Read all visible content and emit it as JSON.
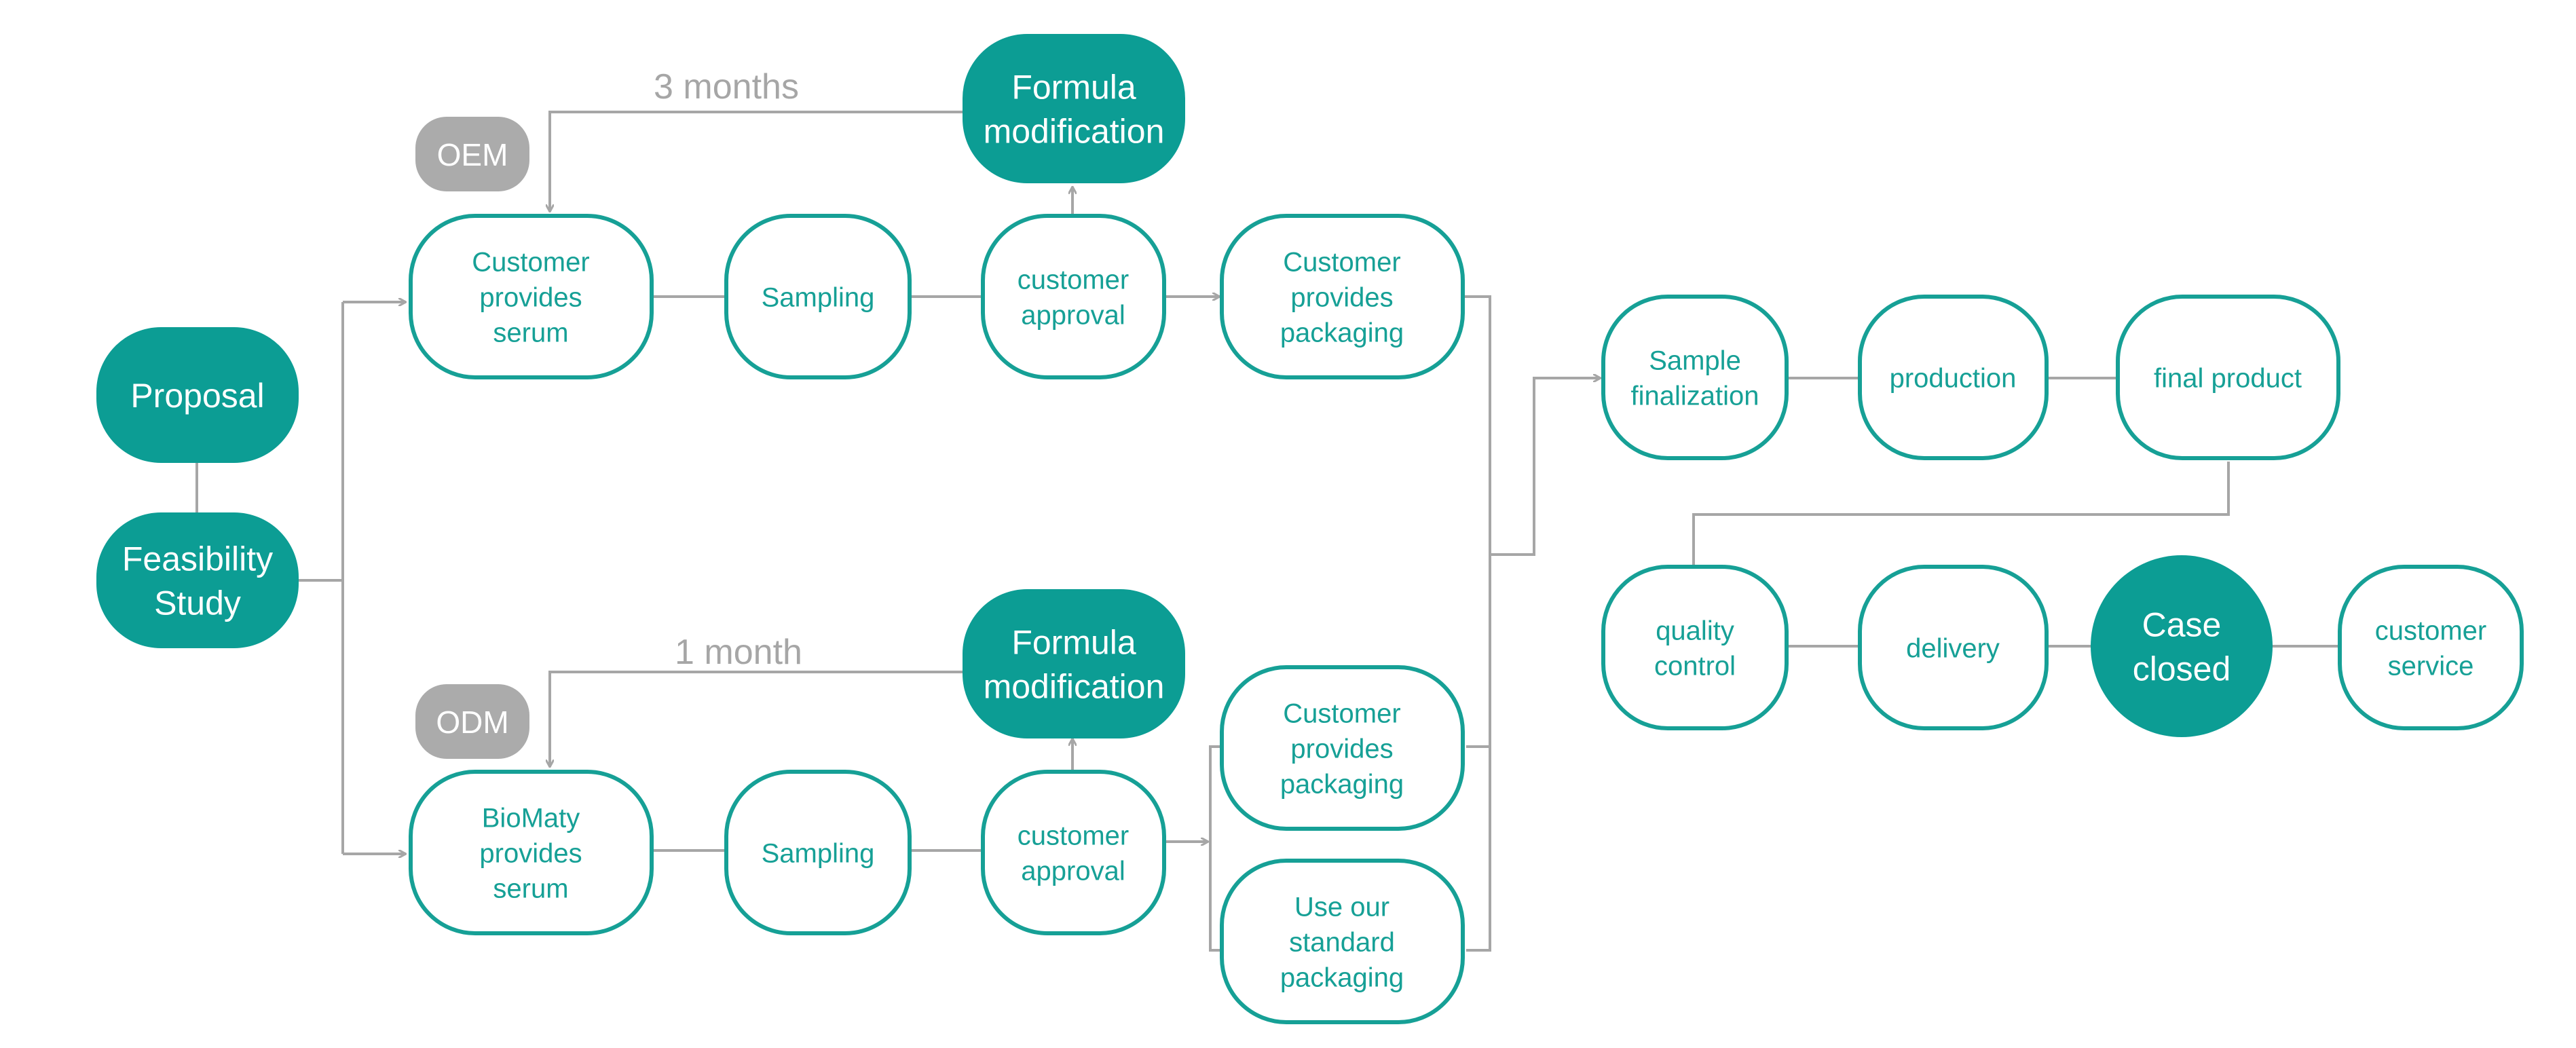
{
  "diagram": {
    "durations": {
      "oem": "3 months",
      "odm": "1 month"
    },
    "tags": {
      "oem": "OEM",
      "odm": "ODM"
    },
    "start": {
      "proposal": [
        "Proposal"
      ],
      "feasibility": [
        "Feasibility",
        "Study"
      ]
    },
    "oem_row": {
      "customer_serum": [
        "Customer",
        "provides",
        "serum"
      ],
      "sampling": [
        "Sampling"
      ],
      "approval": [
        "customer",
        "approval"
      ],
      "formula_mod": [
        "Formula",
        "modification"
      ],
      "customer_packaging": [
        "Customer",
        "provides",
        "packaging"
      ]
    },
    "odm_row": {
      "biomaty_serum": [
        "BioMaty",
        "provides",
        "serum"
      ],
      "sampling": [
        "Sampling"
      ],
      "approval": [
        "customer",
        "approval"
      ],
      "formula_mod": [
        "Formula",
        "modification"
      ],
      "customer_packaging": [
        "Customer",
        "provides",
        "packaging"
      ],
      "standard_packaging": [
        "Use our",
        "standard",
        "packaging"
      ]
    },
    "final_row1": {
      "sample_finalization": [
        "Sample",
        "finalization"
      ],
      "production": [
        "production"
      ],
      "final_product": [
        "final product"
      ]
    },
    "final_row2": {
      "quality_control": [
        "quality",
        "control"
      ],
      "delivery": [
        "delivery"
      ],
      "case_closed": [
        "Case",
        "closed"
      ],
      "customer_service": [
        "customer",
        "service"
      ]
    },
    "colors": {
      "teal": "#0c9d94",
      "teal_text": "#16a096",
      "connector_gray": "#a6a6a6",
      "tag_gray": "#ababab"
    }
  }
}
